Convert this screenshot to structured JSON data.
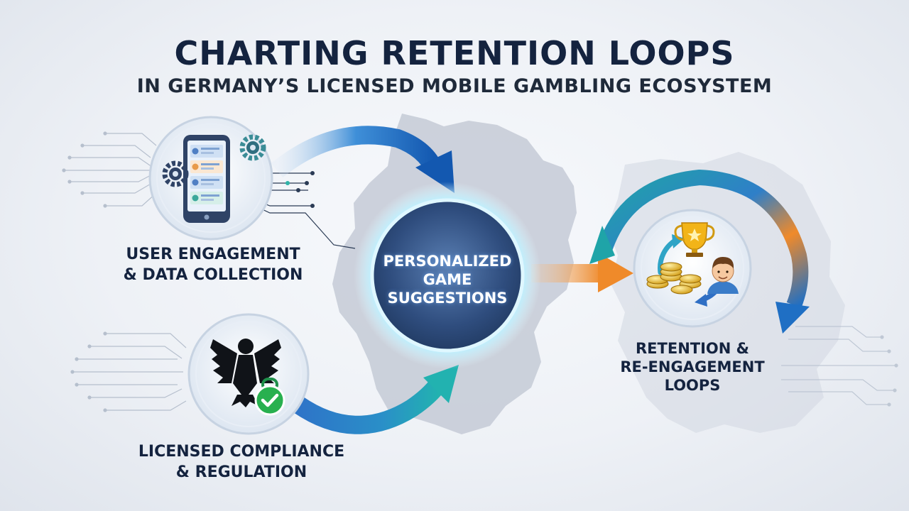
{
  "header": {
    "title": "CHARTING RETENTION LOOPS",
    "subtitle": "IN GERMANY’S LICENSED MOBILE GAMBLING ECOSYSTEM"
  },
  "nodes": {
    "engagement": {
      "line1": "USER ENGAGEMENT",
      "line2": "& DATA COLLECTION",
      "icon": "smartphone-gears-icon"
    },
    "compliance": {
      "line1": "LICENSED COMPLIANCE",
      "line2": "& REGULATION",
      "icon": "german-eagle-check-icon"
    },
    "hub": {
      "line1": "PERSONALIZED",
      "line2": "GAME",
      "line3": "SUGGESTIONS"
    },
    "retention": {
      "line1": "RETENTION &",
      "line2": "RE-ENGAGEMENT",
      "line3": "LOOPS",
      "icon": "trophy-coins-user-cycle-icon"
    }
  },
  "colors": {
    "navy": "#14233f",
    "arrow_blue": "#1f6fc4",
    "arrow_teal": "#1fa4a8",
    "arrow_orange": "#f08a2a",
    "hub_glow": "#9fe6ff",
    "map_gray": "#c4cad6"
  }
}
